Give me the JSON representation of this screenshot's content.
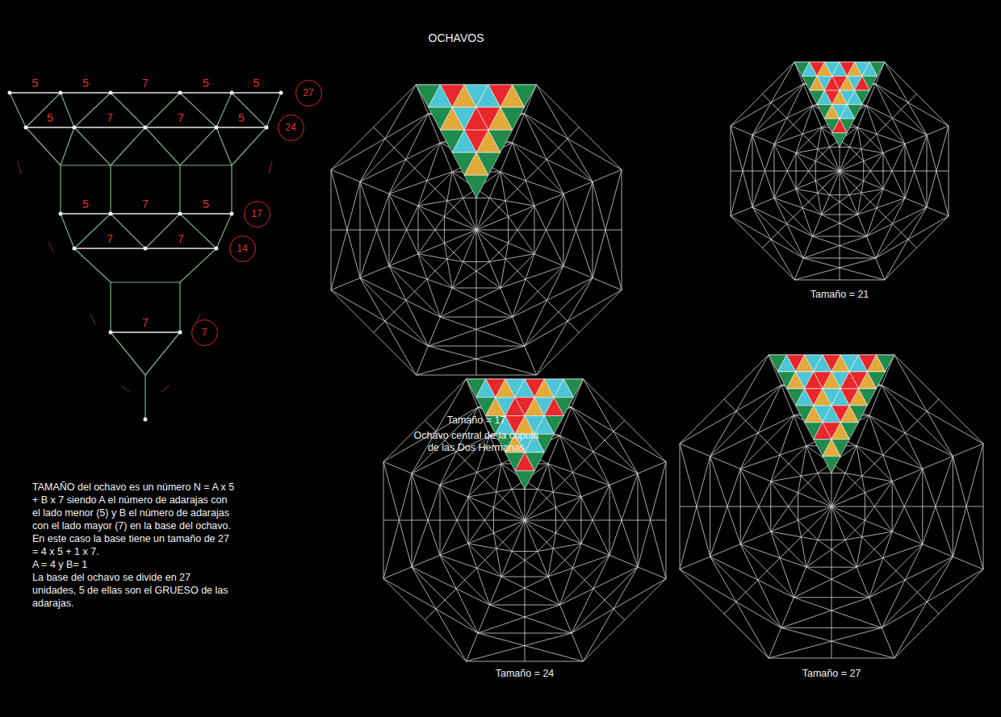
{
  "diagram": {
    "title": "OCHAVOS",
    "nodes": [
      {
        "text": [
          "27"
        ]
      },
      {
        "text": [
          "24"
        ]
      },
      {
        "text": [
          "17"
        ]
      },
      {
        "text": [
          "14"
        ]
      },
      {
        "text": [
          "7"
        ]
      }
    ],
    "labels": [
      "5",
      "5",
      "7",
      "5",
      "5",
      "5",
      "7",
      "7",
      "5",
      "5",
      "7",
      "5",
      "7",
      "7",
      "7",
      "Tamaño = 17",
      "Ochavo central de la cúpula de las Dos Hermanas",
      "Tamaño = 21",
      "Tamaño = 24",
      "Tamaño = 27",
      "TAMAÑO del ochavo es un número N = A x 5 + B x 7 siendo A el número de adarajas con el lado menor (5) y B el número de adarajas con el lado mayor (7) en la base del ochavo.",
      "En este caso la base tiene un tamaño de 27 = 4 x 5 + 1 x 7.",
      "A = 4 y B= 1",
      "La base del ochavo se divide en 27 unidades, 5 de ellas son el GRUESO de las adarajas."
    ]
  }
}
